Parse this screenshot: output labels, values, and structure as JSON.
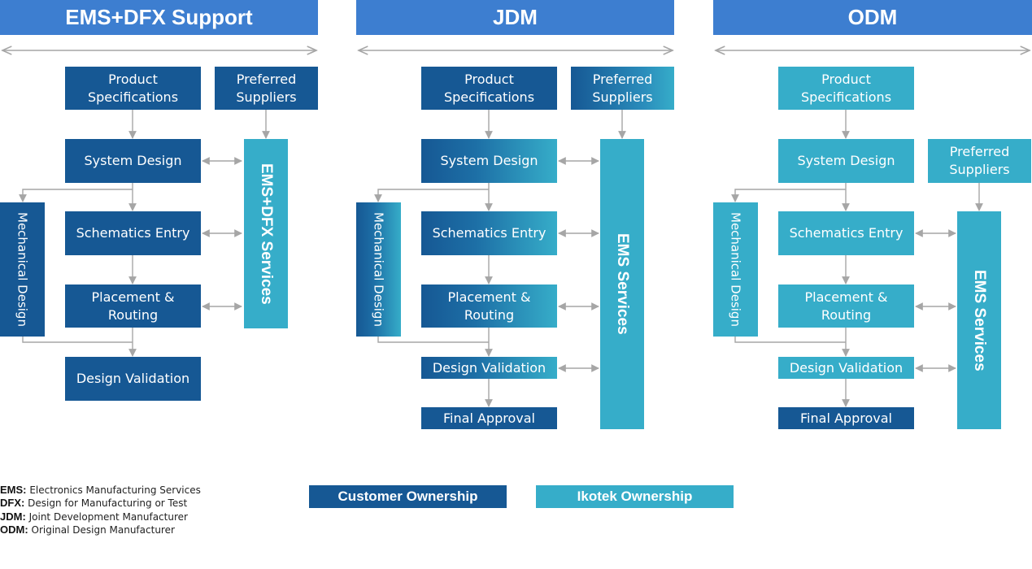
{
  "headers": [
    "EMS+DFX Support",
    "JDM",
    "ODM"
  ],
  "colors": {
    "customer": "#165894",
    "ikotek": "#36adc9",
    "header": "#3d7ed0",
    "connector": "#a6a6a6"
  },
  "ems_dfx": {
    "product_specs": "Product Specifications",
    "preferred_suppliers": "Preferred Suppliers",
    "system_design": "System Design",
    "schematics_entry": "Schematics Entry",
    "placement_routing": "Placement & Routing",
    "design_validation": "Design Validation",
    "mechanical_design": "Mechanical Design",
    "services": "EMS+DFX Services"
  },
  "jdm": {
    "product_specs": "Product Specifications",
    "preferred_suppliers": "Preferred Suppliers",
    "system_design": "System Design",
    "schematics_entry": "Schematics Entry",
    "placement_routing": "Placement & Routing",
    "design_validation": "Design Validation",
    "final_approval": "Final Approval",
    "mechanical_design": "Mechanical Design",
    "services": "EMS Services"
  },
  "odm": {
    "product_specs": "Product Specifications",
    "preferred_suppliers": "Preferred Suppliers",
    "system_design": "System Design",
    "schematics_entry": "Schematics Entry",
    "placement_routing": "Placement & Routing",
    "design_validation": "Design Validation",
    "final_approval": "Final Approval",
    "mechanical_design": "Mechanical Design",
    "services": "EMS Services"
  },
  "legend": {
    "definitions": [
      {
        "abbr": "EMS:",
        "text": "Electronics Manufacturing Services"
      },
      {
        "abbr": "DFX:",
        "text": "Design for Manufacturing or Test"
      },
      {
        "abbr": "JDM:",
        "text": "Joint Development Manufacturer"
      },
      {
        "abbr": "ODM:",
        "text": "Original Design Manufacturer"
      }
    ],
    "customer_ownership": "Customer Ownership",
    "ikotek_ownership": "Ikotek Ownership"
  }
}
